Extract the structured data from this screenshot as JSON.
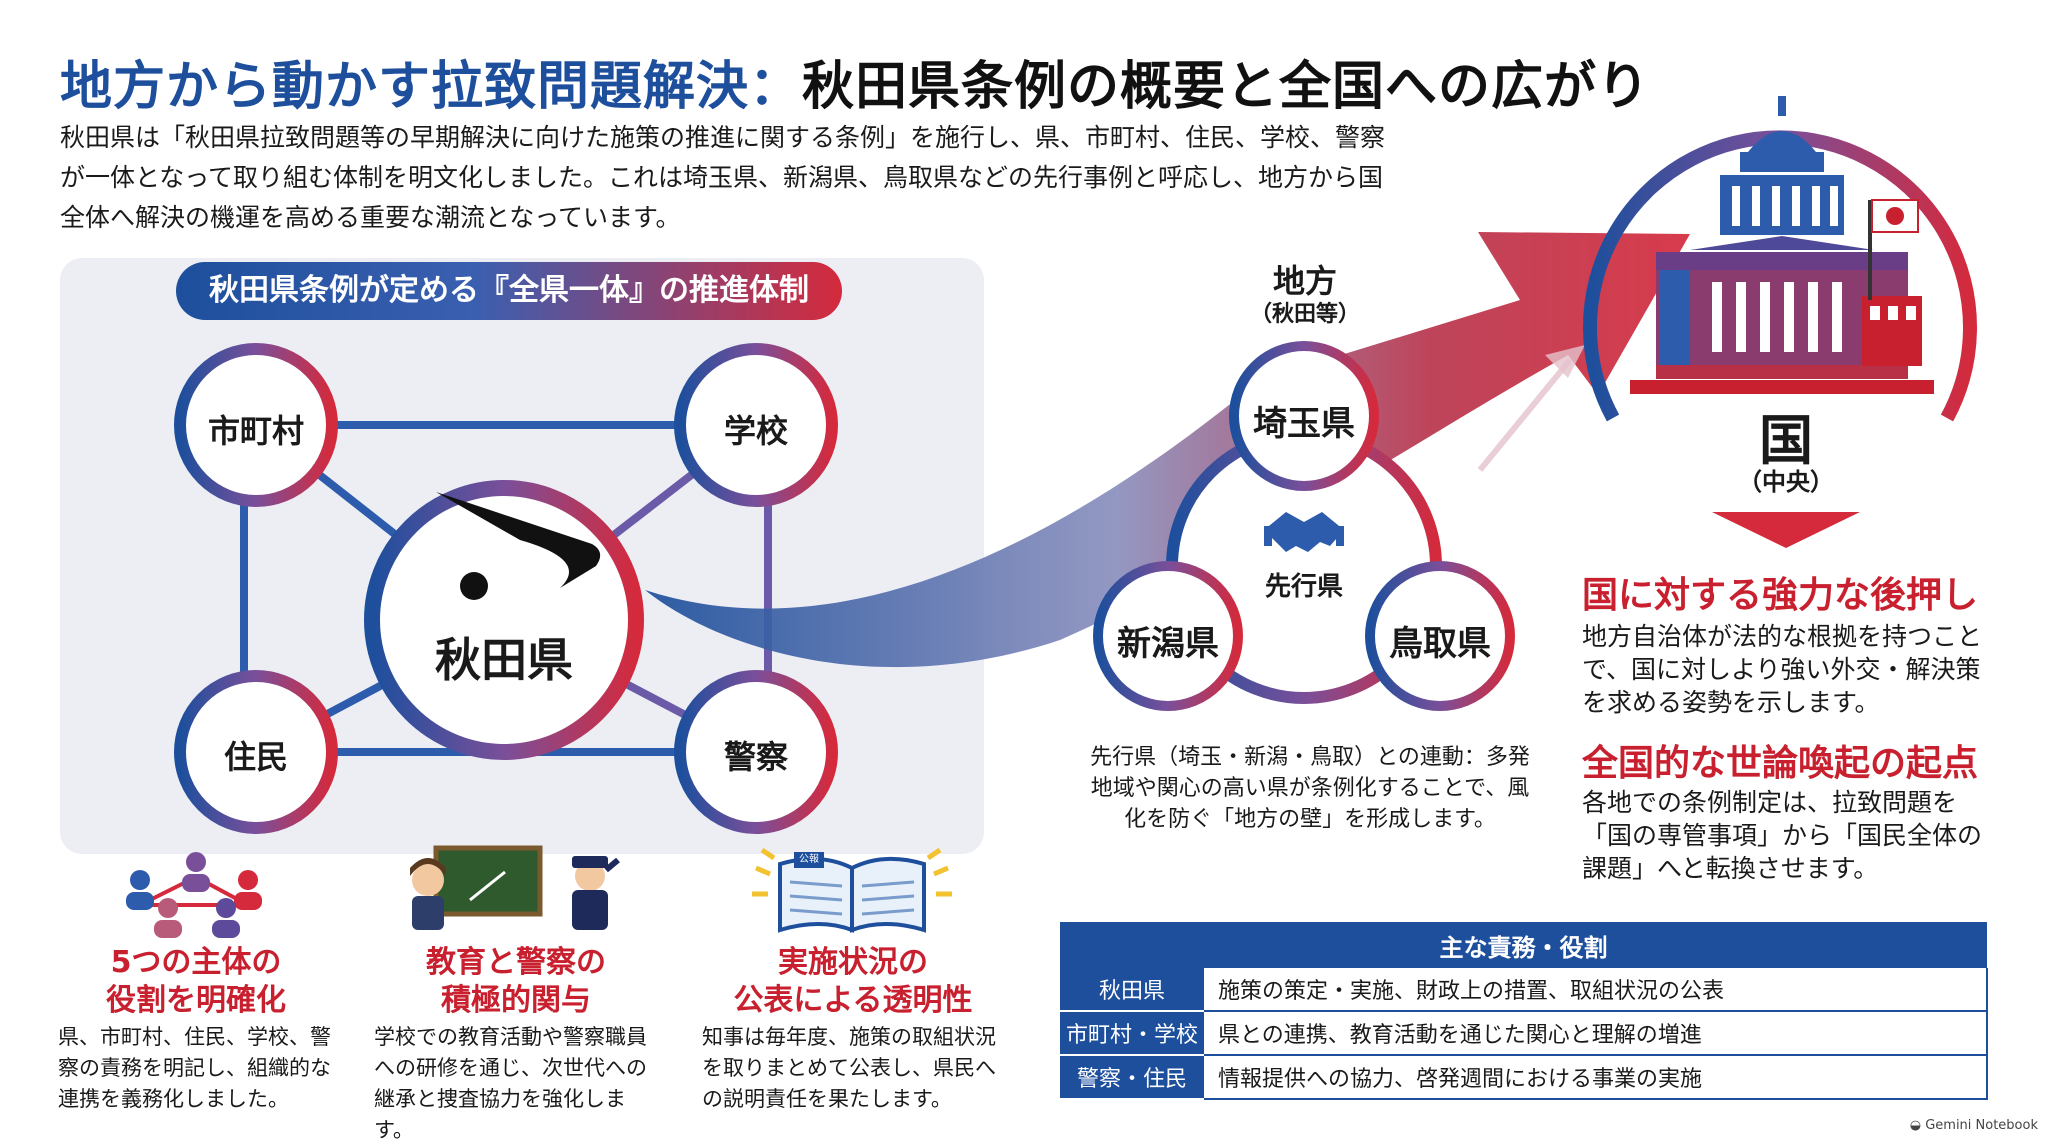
{
  "header": {
    "title_part1": "地方から動かす拉致問題解決：",
    "title_part2": "秋田県条例の概要と全国への広がり",
    "intro": "秋田県は「秋田県拉致問題等の早期解決に向けた施策の推進に関する条例」を施行し、県、市町村、住民、学校、警察が一体となって取り組む体制を明文化しました。これは埼玉県、新潟県、鳥取県などの先行事例と呼応し、地方から国全体へ解決の機運を高める重要な潮流となっています。"
  },
  "system": {
    "banner": "秋田県条例が定める『全県一体』の推進体制",
    "center": "秋田県",
    "nodes": {
      "municipality": "市町村",
      "school": "学校",
      "residents": "住民",
      "police": "警察"
    }
  },
  "features": [
    {
      "title_l1": "5つの主体の",
      "title_l2": "役割を明確化",
      "body": "県、市町村、住民、学校、警察の責務を明記し、組織的な連携を義務化しました。"
    },
    {
      "title_l1": "教育と警察の",
      "title_l2": "積極的関与",
      "body": "学校での教育活動や警察職員への研修を通じ、次世代への継承と捜査協力を強化します。"
    },
    {
      "title_l1": "実施状況の",
      "title_l2": "公表による透明性",
      "body": "知事は毎年度、施策の取組状況を取りまとめて公表し、県民への説明責任を果たします。"
    }
  ],
  "board_label": "公報",
  "regional": {
    "label": "地方",
    "sub": "（秋田等）",
    "pref1": "埼玉県",
    "pref2": "新潟県",
    "pref3": "鳥取県",
    "center_label": "先行県",
    "caption": "先行県（埼玉・新潟・鳥取）との連動：多発地域や関心の高い県が条例化することで、風化を防ぐ「地方の壁」を形成します。"
  },
  "national": {
    "label": "国",
    "sub": "（中央）",
    "h1": "国に対する強力な後押し",
    "b1": "地方自治体が法的な根拠を持つことで、国に対しより強い外交・解決策を求める姿勢を示します。",
    "h2": "全国的な世論喚起の起点",
    "b2": "各地での条例制定は、拉致問題を「国の専管事項」から「国民全体の課題」へと転換させます。"
  },
  "roles_table": {
    "header": "主な責務・役割",
    "rows": [
      {
        "key": "秋田県",
        "value": "施策の策定・実施、財政上の措置、取組状況の公表"
      },
      {
        "key": "市町村・学校",
        "value": "県との連携、教育活動を通じた関心と理解の増進"
      },
      {
        "key": "警察・住民",
        "value": "情報提供への協力、啓発週間における事業の実施"
      }
    ]
  },
  "footer": {
    "brand": "Gemini Notebook"
  },
  "colors": {
    "blue": "#1d4f9c",
    "red": "#d42a3c",
    "panel": "#eceef4"
  }
}
